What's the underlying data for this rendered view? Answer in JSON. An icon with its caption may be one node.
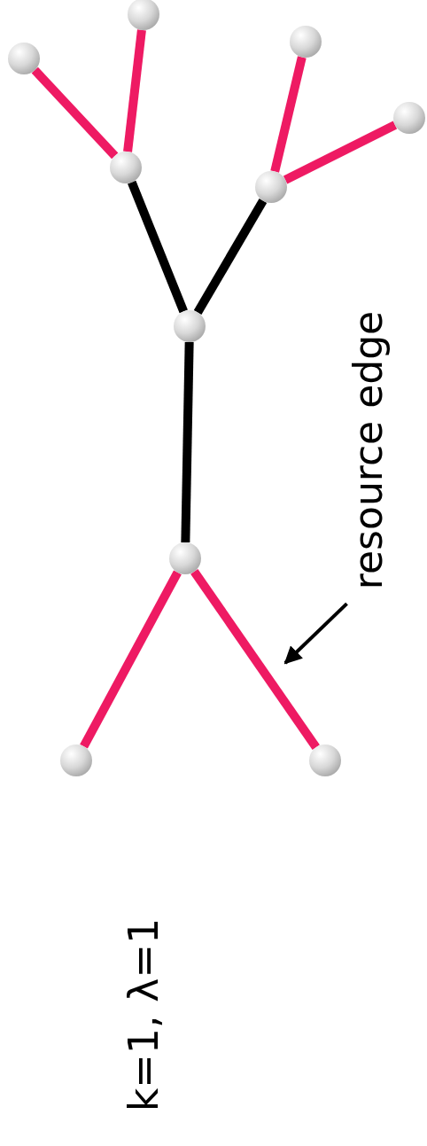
{
  "diagram": {
    "nodes": [
      {
        "text": [],
        "shape": "circle"
      },
      {
        "text": [],
        "shape": "circle"
      },
      {
        "text": [],
        "shape": "circle"
      },
      {
        "text": [],
        "shape": "circle"
      },
      {
        "text": [],
        "shape": "circle"
      },
      {
        "text": [],
        "shape": "circle"
      },
      {
        "text": [],
        "shape": "circle"
      },
      {
        "text": [],
        "shape": "circle"
      },
      {
        "text": [],
        "shape": "circle"
      },
      {
        "text": [],
        "shape": "circle"
      },
      {
        "text": [
          "resource edge"
        ]
      }
    ],
    "edges": [
      {
        "from": 0,
        "to": 2,
        "arrow": "none"
      },
      {
        "from": 1,
        "to": 2,
        "arrow": "none"
      },
      {
        "from": 2,
        "to": 6,
        "arrow": "none",
        "color": "#000000"
      },
      {
        "from": 3,
        "to": 5,
        "arrow": "none"
      },
      {
        "from": 4,
        "to": 5,
        "arrow": "none"
      },
      {
        "from": 5,
        "to": 6,
        "arrow": "none",
        "color": "#000000"
      },
      {
        "from": 6,
        "to": 7,
        "arrow": "none",
        "color": "#000000"
      },
      {
        "from": 7,
        "to": 8,
        "arrow": "none"
      },
      {
        "from": 7,
        "to": 9,
        "arrow": "none"
      },
      {
        "from": 10,
        "to": null,
        "arrow": "to",
        "color": "#000000"
      }
    ],
    "labels": [
      "k=1, λ=1"
    ]
  }
}
